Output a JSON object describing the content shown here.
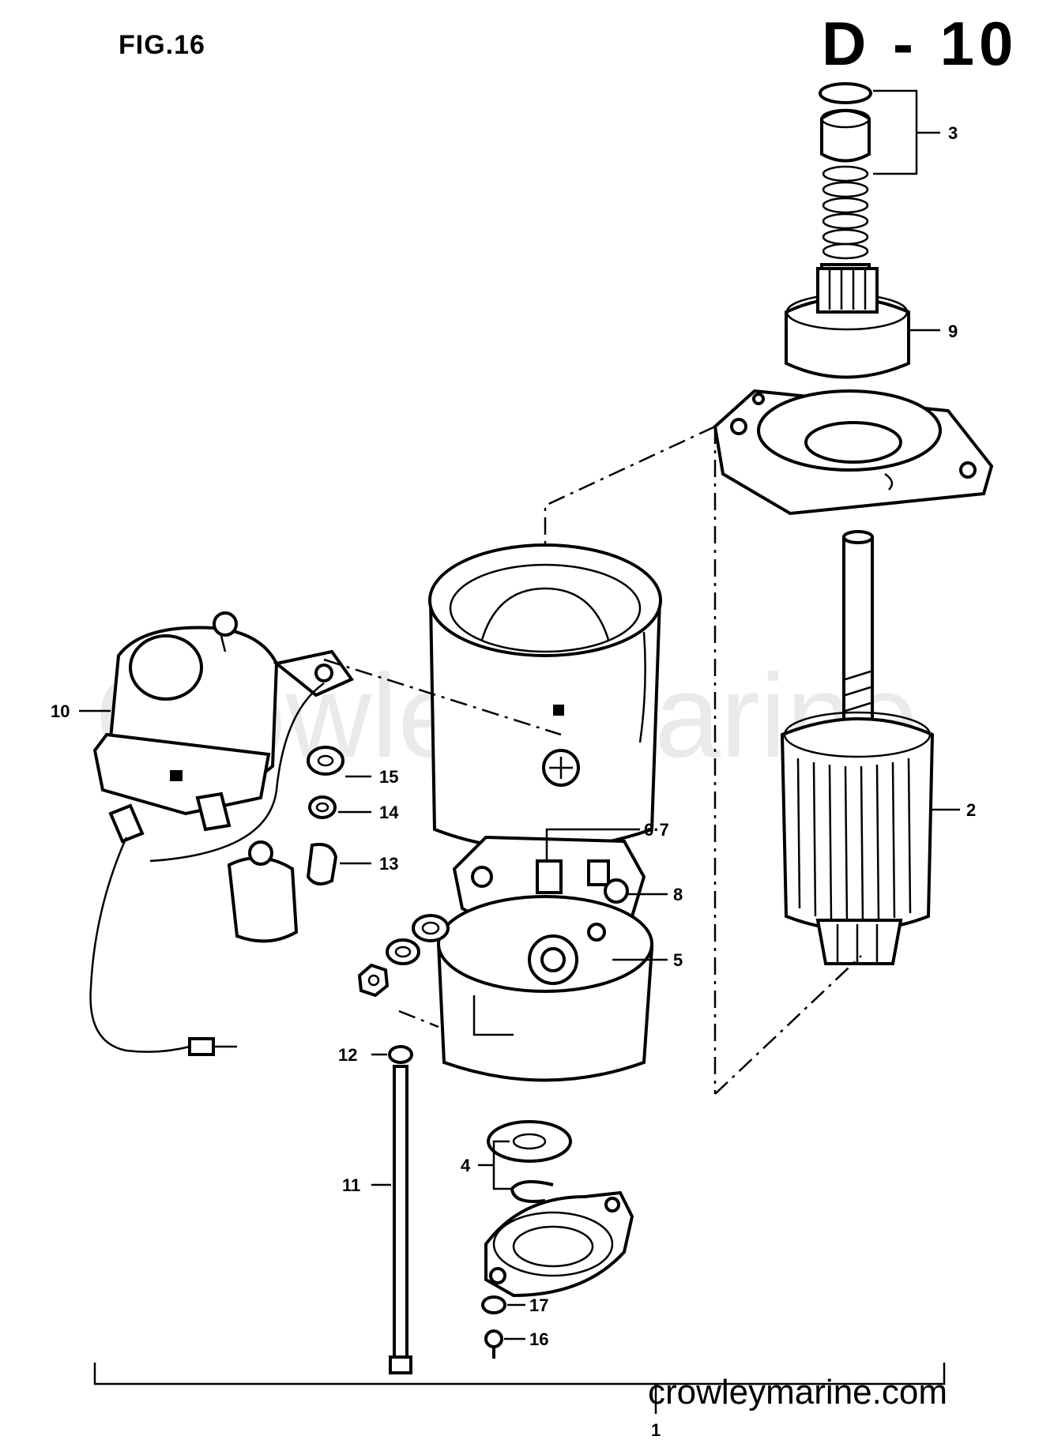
{
  "header": {
    "figure": "FIG.16",
    "page_code": "D - 10"
  },
  "watermark": "Crowley Marine",
  "footer": {
    "website": "crowleymarine.com"
  },
  "callouts": [
    {
      "id": "c1",
      "label": "1"
    },
    {
      "id": "c2",
      "label": "2"
    },
    {
      "id": "c3",
      "label": "3"
    },
    {
      "id": "c4",
      "label": "4"
    },
    {
      "id": "c5",
      "label": "5"
    },
    {
      "id": "c67",
      "label": "6·7"
    },
    {
      "id": "c8",
      "label": "8"
    },
    {
      "id": "c9",
      "label": "9"
    },
    {
      "id": "c10",
      "label": "10"
    },
    {
      "id": "c11",
      "label": "11"
    },
    {
      "id": "c12",
      "label": "12"
    },
    {
      "id": "c13",
      "label": "13"
    },
    {
      "id": "c14",
      "label": "14"
    },
    {
      "id": "c15",
      "label": "15"
    },
    {
      "id": "c16",
      "label": "16"
    },
    {
      "id": "c17",
      "label": "17"
    }
  ]
}
